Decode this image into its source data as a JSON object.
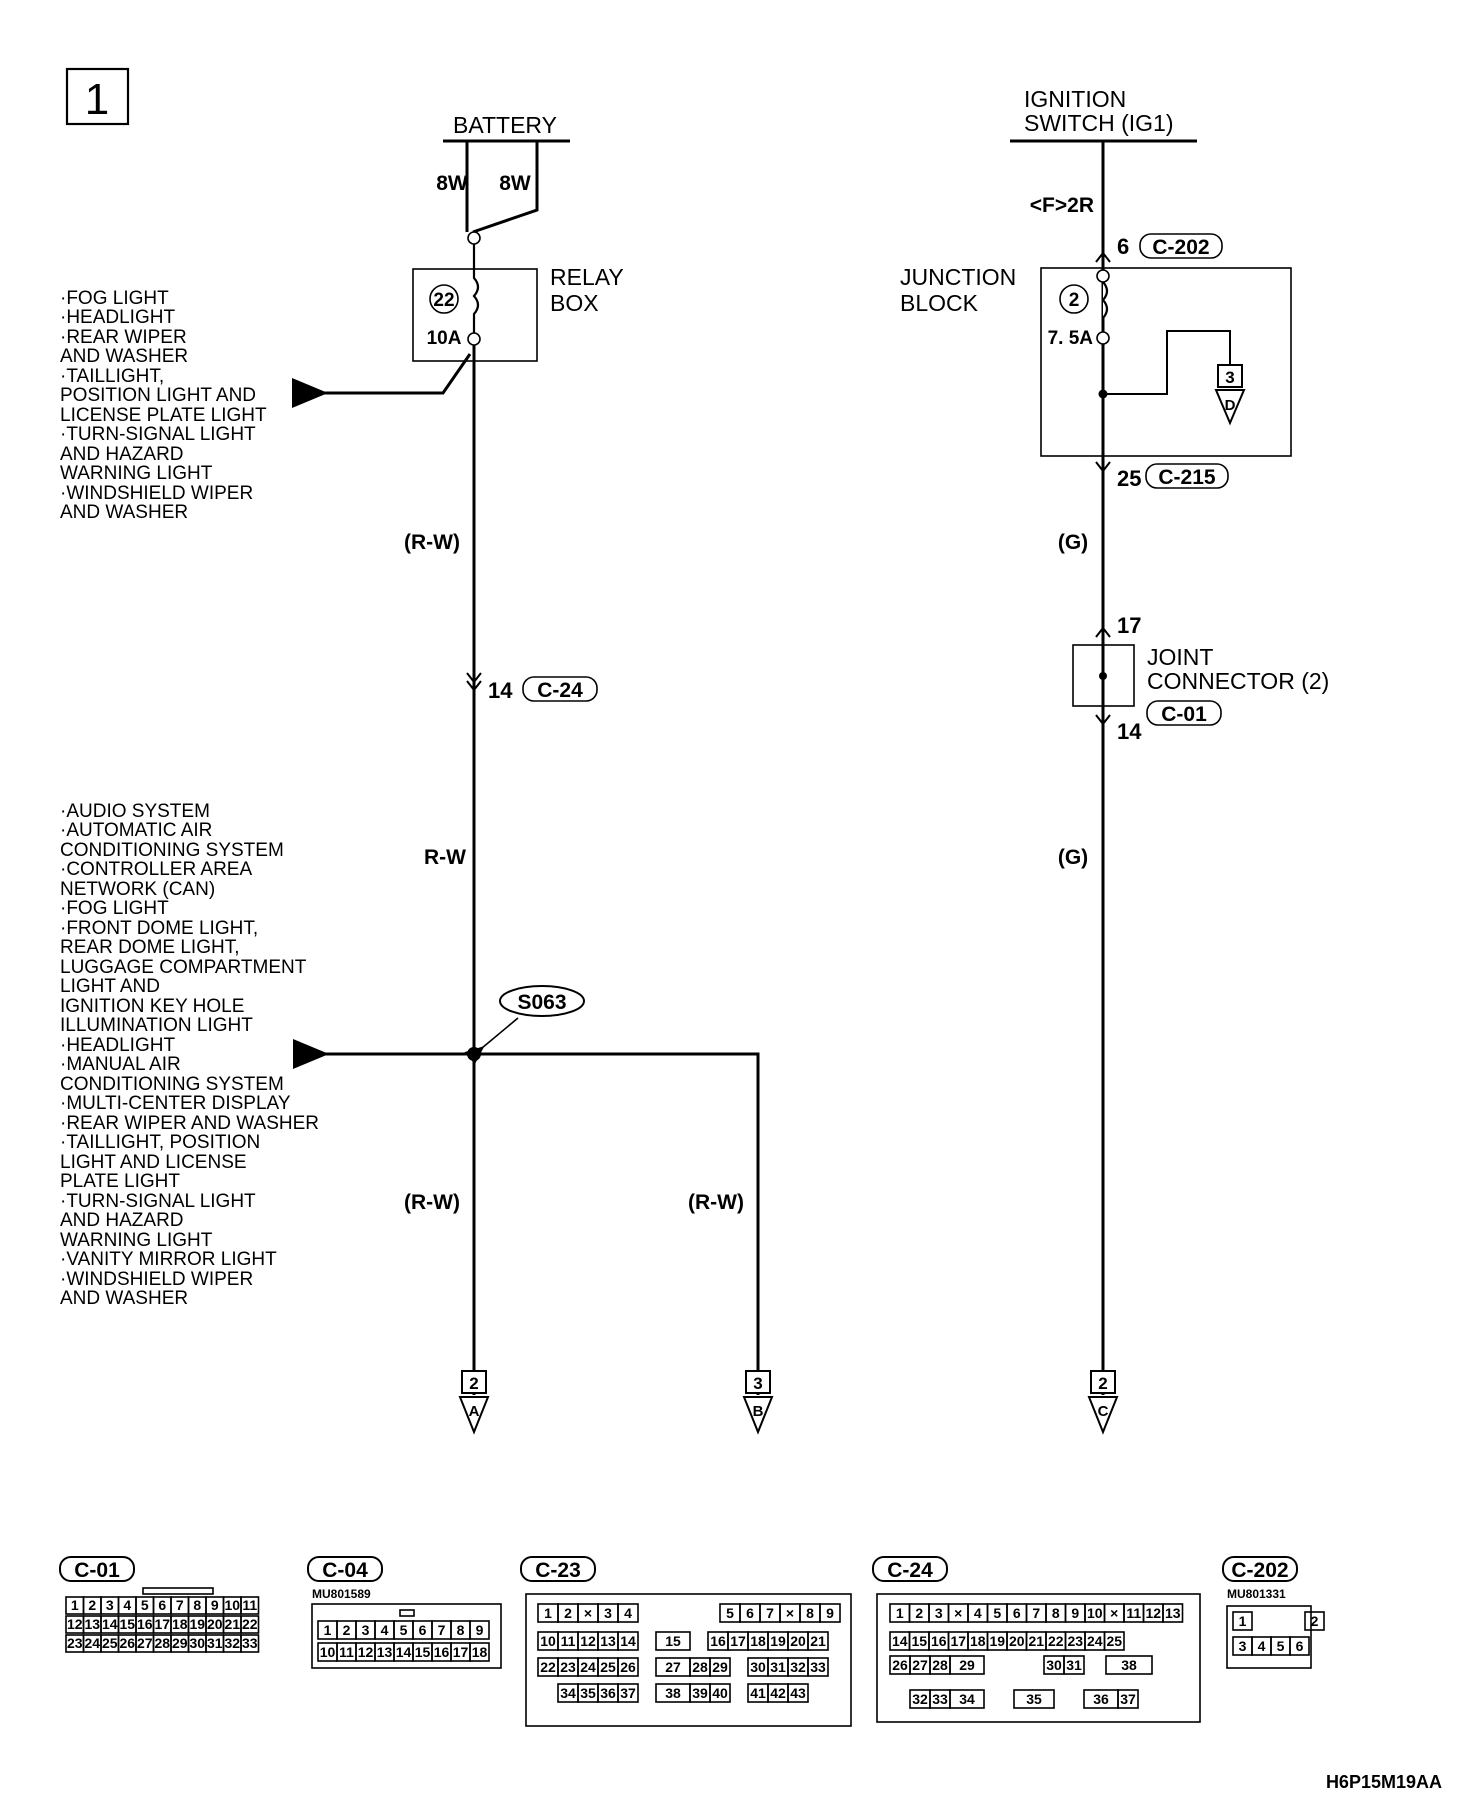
{
  "page_number": "1",
  "battery": {
    "label": "BATTERY",
    "wire_left": "8W",
    "wire_right": "8W"
  },
  "relay_box": {
    "label_line1": "RELAY",
    "label_line2": "BOX",
    "fuse_number": "22",
    "fuse_rating": "10A"
  },
  "relay_outputs": [
    "·FOG LIGHT",
    "·HEADLIGHT",
    "·REAR WIPER",
    " AND WASHER",
    "·TAILLIGHT,",
    " POSITION LIGHT AND",
    " LICENSE PLATE LIGHT",
    "·TURN-SIGNAL LIGHT",
    " AND HAZARD",
    " WARNING LIGHT",
    "·WINDSHIELD WIPER",
    " AND WASHER"
  ],
  "left_circuit": {
    "wire_upper": "(R-W)",
    "conn_pin": "14",
    "conn_id": "C-24",
    "wire_mid": "R-W",
    "splice": "S063",
    "wire_lower_left": "(R-W)",
    "wire_lower_right": "(R-W)"
  },
  "splice_outputs": [
    "·AUDIO SYSTEM",
    "·AUTOMATIC AIR",
    " CONDITIONING SYSTEM",
    "·CONTROLLER AREA",
    " NETWORK (CAN)",
    "·FOG LIGHT",
    "·FRONT DOME LIGHT,",
    " REAR DOME LIGHT,",
    " LUGGAGE COMPARTMENT",
    " LIGHT AND",
    " IGNITION KEY HOLE",
    " ILLUMINATION LIGHT",
    "·HEADLIGHT",
    "·MANUAL AIR",
    " CONDITIONING SYSTEM",
    "·MULTI-CENTER DISPLAY",
    "·REAR WIPER AND WASHER",
    "·TAILLIGHT, POSITION",
    " LIGHT AND LICENSE",
    " PLATE LIGHT",
    "·TURN-SIGNAL LIGHT",
    " AND HAZARD",
    " WARNING LIGHT",
    "·VANITY MIRROR LIGHT",
    "·WINDSHIELD WIPER",
    " AND WASHER"
  ],
  "ignition": {
    "label_line1": "IGNITION",
    "label_line2": "SWITCH (IG1)",
    "wire": "<F>2R",
    "in_pin": "6",
    "in_conn": "C-202"
  },
  "junction_block": {
    "label_line1": "JUNCTION",
    "label_line2": "BLOCK",
    "fuse_number": "2",
    "fuse_rating": "7. 5A",
    "ref_page": "3",
    "ref_letter": "D",
    "out_pin": "25",
    "out_conn": "C-215"
  },
  "right_circuit": {
    "wire_upper": "(G)",
    "wire_lower": "(G)",
    "joint_in_pin": "17",
    "joint_label_line1": "JOINT",
    "joint_label_line2": "CONNECTOR (2)",
    "joint_conn": "C-01",
    "joint_out_pin": "14"
  },
  "off_page": [
    {
      "page": "2",
      "letter": "A"
    },
    {
      "page": "3",
      "letter": "B"
    },
    {
      "page": "2",
      "letter": "C"
    }
  ],
  "connectors": [
    {
      "id": "C-01",
      "part": "",
      "rows": [
        [
          "1",
          "2",
          "3",
          "4",
          "5",
          "6",
          "7",
          "8",
          "9",
          "10",
          "11"
        ],
        [
          "12",
          "13",
          "14",
          "15",
          "16",
          "17",
          "18",
          "19",
          "20",
          "21",
          "22"
        ],
        [
          "23",
          "24",
          "25",
          "26",
          "27",
          "28",
          "29",
          "30",
          "31",
          "32",
          "33"
        ]
      ]
    },
    {
      "id": "C-04",
      "part": "MU801589",
      "rows": [
        [
          "1",
          "2",
          "3",
          "4",
          "5",
          "6",
          "7",
          "8",
          "9"
        ],
        [
          "10",
          "11",
          "12",
          "13",
          "14",
          "15",
          "16",
          "17",
          "18"
        ]
      ]
    },
    {
      "id": "C-23",
      "part": "",
      "rows": [
        [
          "1",
          "2",
          "×",
          "3",
          "4",
          "",
          "5",
          "6",
          "7",
          "×",
          "8",
          "9"
        ],
        [
          "10",
          "11",
          "12",
          "13",
          "14",
          "15",
          "16",
          "17",
          "18",
          "19",
          "20",
          "21"
        ],
        [
          "22",
          "23",
          "24",
          "25",
          "26",
          "27",
          "28",
          "29",
          "30",
          "31",
          "32",
          "33"
        ],
        [
          "34",
          "35",
          "36",
          "37",
          "38",
          "39",
          "40",
          "41",
          "42",
          "43"
        ]
      ]
    },
    {
      "id": "C-24",
      "part": "",
      "rows": [
        [
          "1",
          "2",
          "3",
          "×",
          "4",
          "5",
          "6",
          "7",
          "8",
          "9",
          "10",
          "×",
          "11",
          "12",
          "13"
        ],
        [
          "14",
          "15",
          "16",
          "17",
          "18",
          "19",
          "20",
          "21",
          "22",
          "23",
          "24",
          "25"
        ],
        [
          "26",
          "27",
          "28",
          "29",
          "30",
          "31",
          "38"
        ],
        [
          "32",
          "33",
          "34",
          "35",
          "36",
          "37"
        ]
      ]
    },
    {
      "id": "C-202",
      "part": "MU801331",
      "rows": [
        [
          "1",
          "",
          "2"
        ],
        [
          "3",
          "4",
          "5",
          "6"
        ]
      ]
    }
  ],
  "figure_code": "H6P15M19AA"
}
